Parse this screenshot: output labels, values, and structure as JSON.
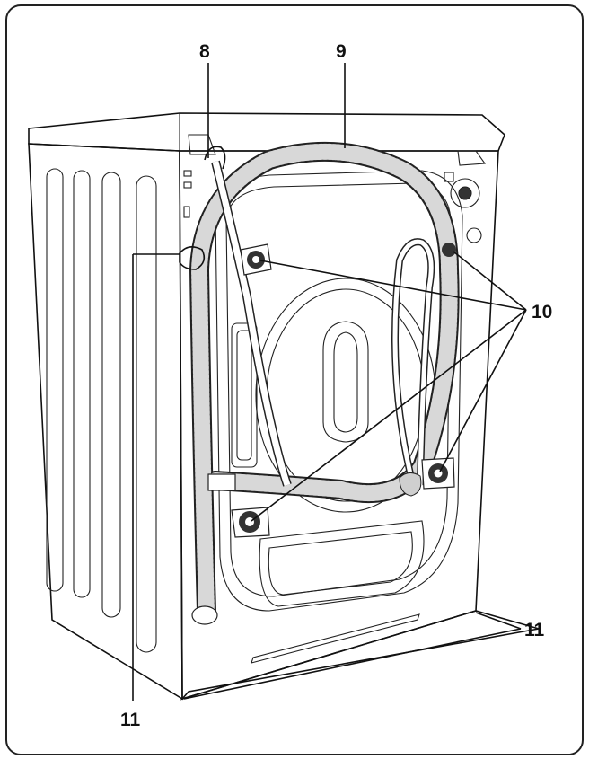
{
  "labels": {
    "hose_hook": "8",
    "drain_hose": "9",
    "transport_bolts": "10",
    "feet": "11",
    "feet_left": "11"
  },
  "colors": {
    "line": "#111111",
    "frame": "#222222",
    "background": "#ffffff",
    "hose_fill": "#d8d8d8"
  }
}
